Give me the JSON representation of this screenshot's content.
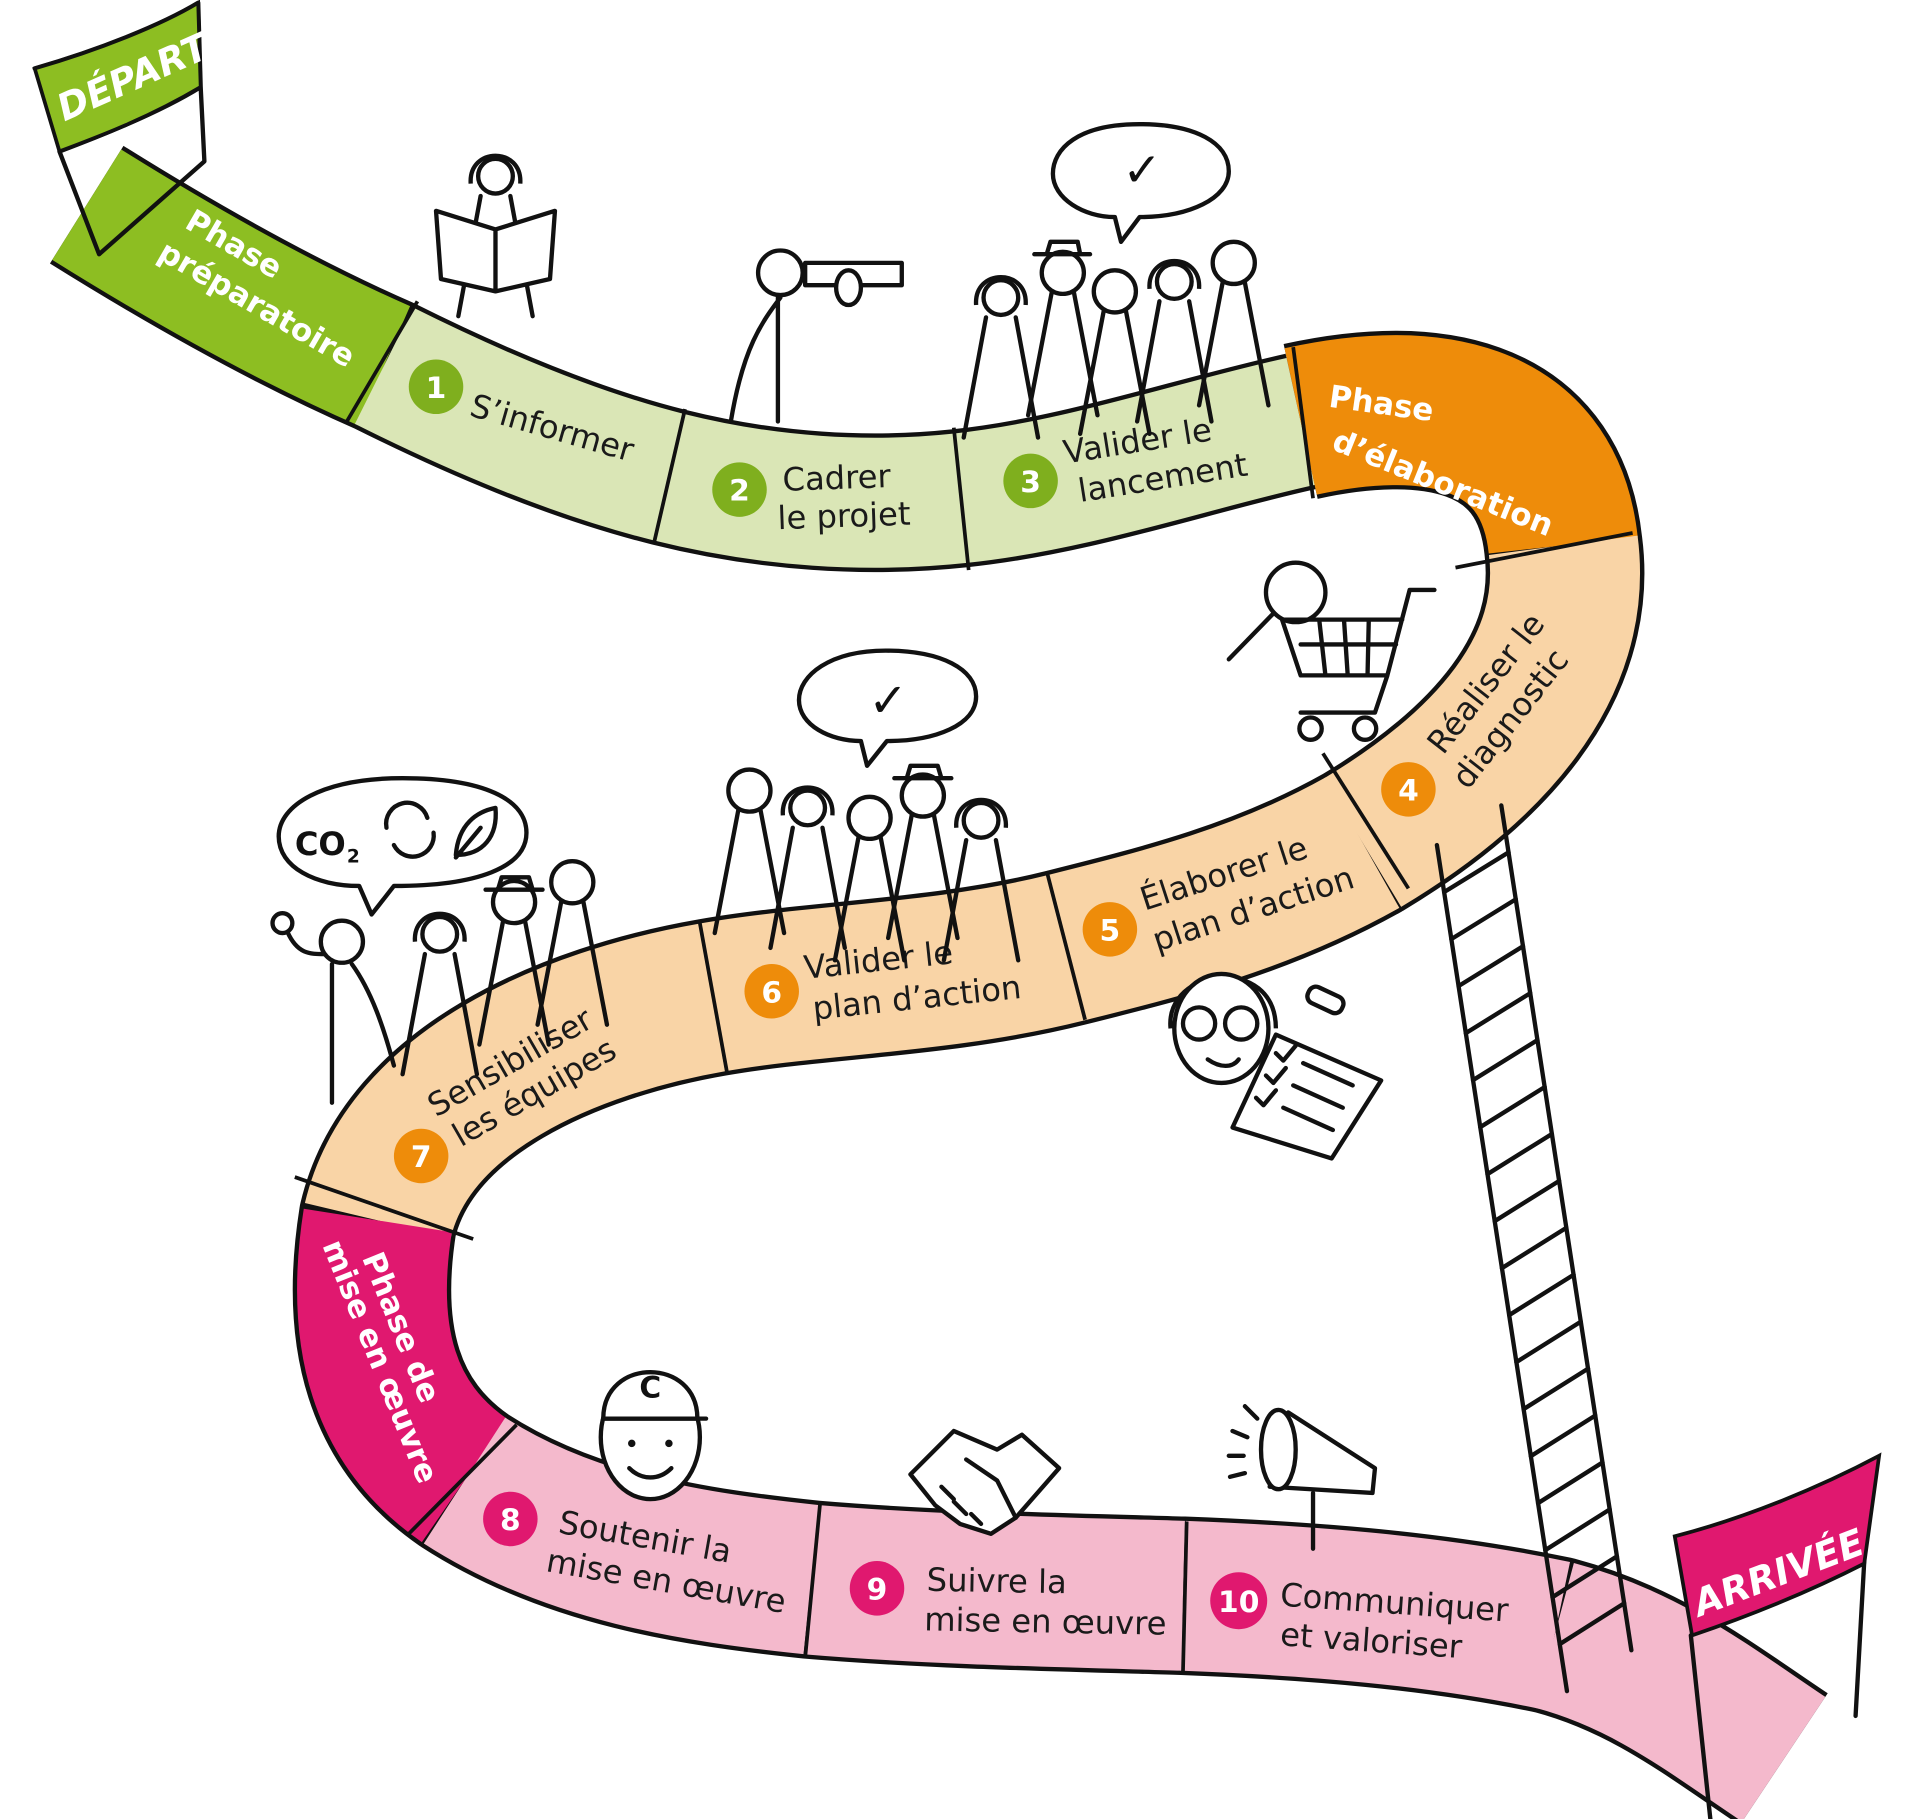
{
  "title": "Parcours de projet",
  "colors": {
    "green_dark": "#8DBE22",
    "green_light": "#DAE6B6",
    "orange_dark": "#EE8C0A",
    "orange_light": "#F9D4A6",
    "pink_dark": "#E0186F",
    "pink_light": "#F4B9CC"
  },
  "flags": {
    "start": "DÉPART",
    "end": "ARRIVÉE"
  },
  "phases": [
    {
      "line1": "Phase",
      "line2": "préparatoire"
    },
    {
      "line1": "Phase",
      "line2": "d’élaboration"
    },
    {
      "line1": "Phase de",
      "line2": "mise en œuvre"
    }
  ],
  "steps": [
    {
      "num": "1",
      "line1": "S’informer",
      "line2": ""
    },
    {
      "num": "2",
      "line1": "Cadrer",
      "line2": "le projet"
    },
    {
      "num": "3",
      "line1": "Valider le",
      "line2": "lancement"
    },
    {
      "num": "4",
      "line1": "Réaliser le",
      "line2": "diagnostic"
    },
    {
      "num": "5",
      "line1": "Élaborer le",
      "line2": "plan d’action"
    },
    {
      "num": "6",
      "line1": "Valider le",
      "line2": "plan d’action"
    },
    {
      "num": "7",
      "line1": "Sensibiliser",
      "line2": "les équipes"
    },
    {
      "num": "8",
      "line1": "Soutenir la",
      "line2": "mise en œuvre"
    },
    {
      "num": "9",
      "line1": "Suivre la",
      "line2": "mise en œuvre"
    },
    {
      "num": "10",
      "line1": "Communiquer",
      "line2": "et valoriser"
    }
  ],
  "illustrations": {
    "co2_bubble": "CO",
    "co2_sub": "2",
    "cap_letter": "C",
    "check_mark": "✓"
  }
}
